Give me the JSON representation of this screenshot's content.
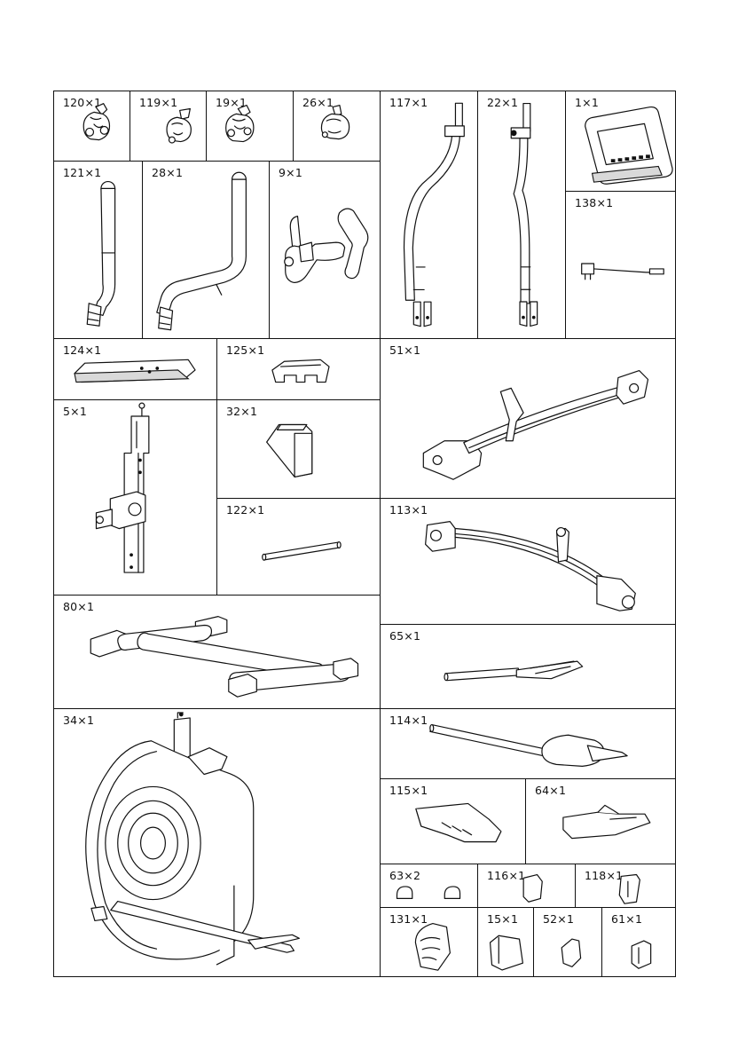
{
  "parts": {
    "p120": {
      "label": "120×1",
      "icon": "foot-cap-icon"
    },
    "p119": {
      "label": "119×1",
      "icon": "bracket-cap-icon"
    },
    "p19": {
      "label": "19×1",
      "icon": "bracket-cap-icon"
    },
    "p26": {
      "label": "26×1",
      "icon": "bracket-cap-icon"
    },
    "p117": {
      "label": "117×1",
      "icon": "left-handlebar-arm-icon"
    },
    "p22": {
      "label": "22×1",
      "icon": "right-handlebar-arm-icon"
    },
    "p1": {
      "label": "1×1",
      "icon": "console-icon"
    },
    "p121": {
      "label": "121×1",
      "icon": "handle-tube-icon"
    },
    "p28": {
      "label": "28×1",
      "icon": "handle-tube-icon"
    },
    "p9": {
      "label": "9×1",
      "icon": "handlebar-icon"
    },
    "p138": {
      "label": "138×1",
      "icon": "power-adapter-icon"
    },
    "p124": {
      "label": "124×1",
      "icon": "front-stabilizer-icon"
    },
    "p125": {
      "label": "125×1",
      "icon": "clip-icon"
    },
    "p51": {
      "label": "51×1",
      "icon": "pedal-arm-icon"
    },
    "p5": {
      "label": "5×1",
      "icon": "upright-post-icon"
    },
    "p32": {
      "label": "32×1",
      "icon": "cap-icon"
    },
    "p122": {
      "label": "122×1",
      "icon": "axle-icon"
    },
    "p113": {
      "label": "113×1",
      "icon": "pedal-arm-icon"
    },
    "p80": {
      "label": "80×1",
      "icon": "base-frame-icon"
    },
    "p65": {
      "label": "65×1",
      "icon": "pedal-rail-icon"
    },
    "p34": {
      "label": "34×1",
      "icon": "main-frame-icon"
    },
    "p114": {
      "label": "114×1",
      "icon": "pedal-rail-icon"
    },
    "p115": {
      "label": "115×1",
      "icon": "pedal-icon"
    },
    "p64": {
      "label": "64×1",
      "icon": "pedal-icon"
    },
    "p63": {
      "label": "63×2",
      "icon": "end-cap-icon"
    },
    "p116": {
      "label": "116×1",
      "icon": "cover-icon"
    },
    "p118": {
      "label": "118×1",
      "icon": "cover-icon"
    },
    "p131": {
      "label": "131×1",
      "icon": "cover-icon"
    },
    "p15": {
      "label": "15×1",
      "icon": "cover-icon"
    },
    "p52": {
      "label": "52×1",
      "icon": "cover-icon"
    },
    "p61": {
      "label": "61×1",
      "icon": "cover-icon"
    }
  }
}
